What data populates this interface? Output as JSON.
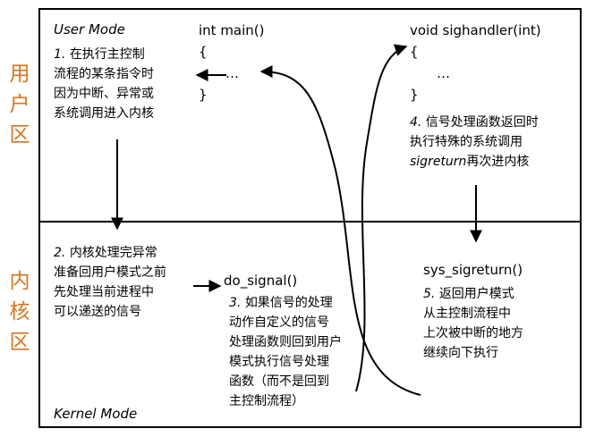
{
  "side_labels": {
    "user": [
      "用",
      "户",
      "区"
    ],
    "kernel": [
      "内",
      "核",
      "区"
    ]
  },
  "user_mode_label": "User Mode",
  "kernel_mode_label": "Kernel Mode",
  "main_func": {
    "signature": "int main()",
    "open": "{",
    "body": "…",
    "close": "}"
  },
  "handler_func": {
    "signature": "void sighandler(int)",
    "open": "{",
    "body": "…",
    "close": "}"
  },
  "step1": {
    "num": "1.",
    "lines": [
      "在执行主控制",
      "流程的某条指令时",
      "因为中断、异常或",
      "系统调用进入内核"
    ]
  },
  "step2": {
    "num": "2.",
    "lines": [
      "内核处理完异常",
      "准备回用户模式之前",
      "先处理当前进程中",
      "可以递送的信号"
    ]
  },
  "do_signal": "do_signal()",
  "step3": {
    "num": "3.",
    "lines": [
      "如果信号的处理",
      "动作自定义的信号",
      "处理函数则回到用户",
      "模式执行信号处理",
      "函数（而不是回到",
      "主控制流程）"
    ]
  },
  "step4": {
    "num": "4.",
    "line1": "信号处理函数返回时",
    "line2": "执行特殊的系统调用",
    "sigreturn": "sigreturn",
    "line3_rest": "再次进内核"
  },
  "sys_sigreturn": "sys_sigreturn()",
  "step5": {
    "num": "5.",
    "lines": [
      "返回用户模式",
      "从主控制流程中",
      "上次被中断的地方",
      "继续向下执行"
    ]
  }
}
